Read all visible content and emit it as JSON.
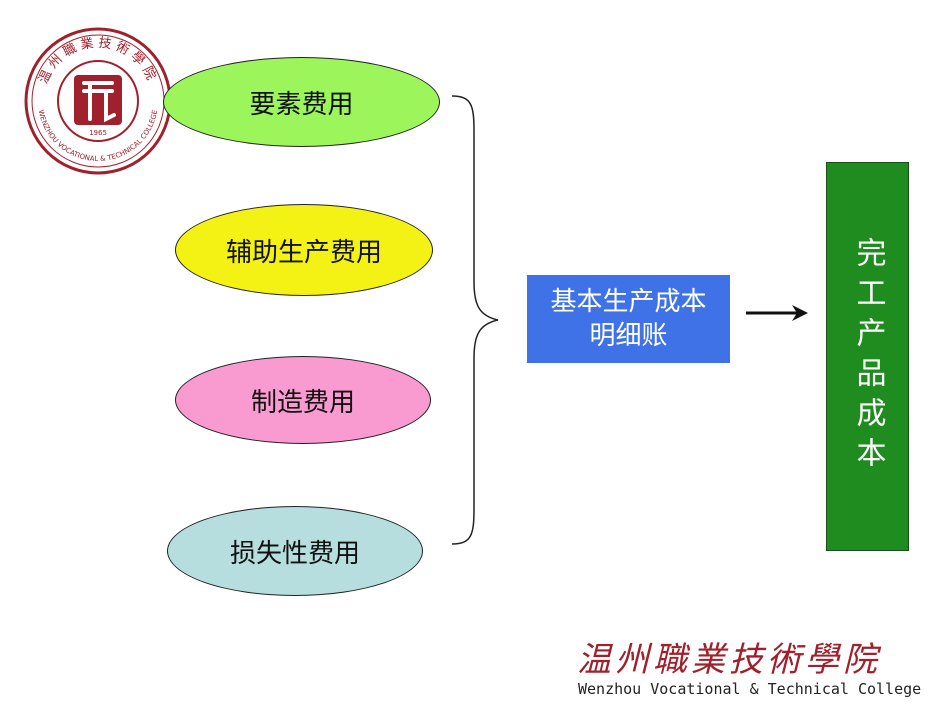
{
  "nodes": [
    {
      "label": "要素费用",
      "color": "#9cf55a"
    },
    {
      "label": "辅助生产费用",
      "color": "#f4f214"
    },
    {
      "label": "制造费用",
      "color": "#f99ad0"
    },
    {
      "label": "损失性费用",
      "color": "#b6dede"
    }
  ],
  "ledger": {
    "line1": "基本生产成本",
    "line2": "明细账",
    "color": "#3f72e6"
  },
  "product": {
    "label": "完工产品成本",
    "color": "#1e8c1e"
  },
  "logo": {
    "year": "1965",
    "ring_text": "WENZHOU VOCATIONAL & TECHNICAL COLLEGE",
    "seal_text": "温州職業技術學院",
    "color": "#a0202c"
  },
  "footer": {
    "cn": "温州職業技術學院",
    "en": "Wenzhou Vocational & Technical College"
  }
}
